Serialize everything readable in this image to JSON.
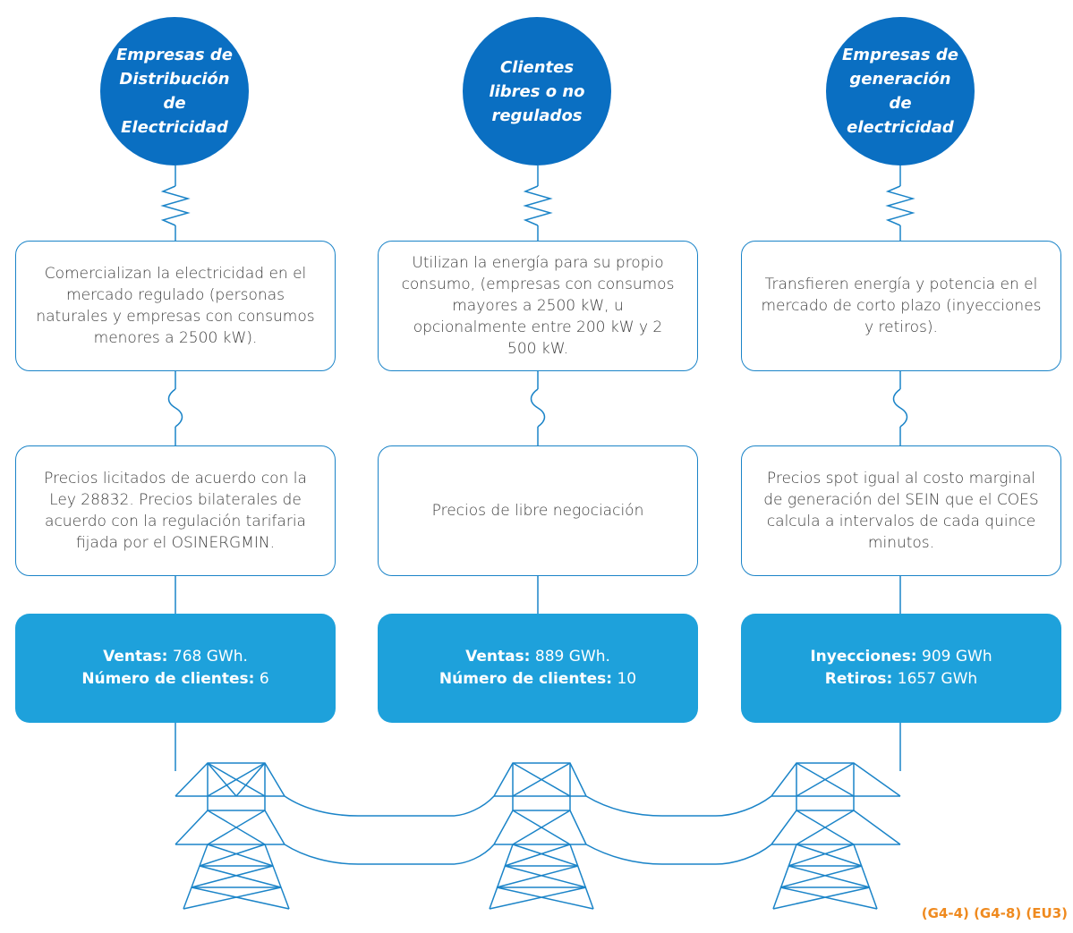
{
  "columns": [
    {
      "circle_title": "Empresas de Distribución de Electricidad",
      "description": "Comercializan la electricidad en el mercado regulado (personas naturales y empresas con consumos menores a 2500 kW).",
      "pricing": "Precios licitados de acuerdo con la Ley 28832. Precios bilaterales de acuerdo con la regulación tarifaria fijada por el OSINERGMIN.",
      "stat1_label": "Ventas:",
      "stat1_value": "768 GWh.",
      "stat2_label": "Número de clientes:",
      "stat2_value": "6"
    },
    {
      "circle_title": "Clientes libres o no regulados",
      "description": "Utilizan la energía para su propio consumo, (empresas con consumos mayores a 2500 kW, u opcionalmente entre 200 kW y 2 500 kW.",
      "pricing": "Precios de libre negociación",
      "stat1_label": "Ventas:",
      "stat1_value": "889 GWh.",
      "stat2_label": "Número de clientes:",
      "stat2_value": "10"
    },
    {
      "circle_title": "Empresas de generación de electricidad",
      "description": "Transfieren energía y potencia en el mercado de corto plazo (inyecciones y retiros).",
      "pricing": "Precios spot igual al costo marginal de generación del SEIN que el COES calcula a intervalos de cada quince minutos.",
      "stat1_label": "Inyecciones:",
      "stat1_value": "909 GWh",
      "stat2_label": "Retiros:",
      "stat2_value": "1657 GWh"
    }
  ],
  "footer_codes": "(G4-4) (G4-8) (EU3)",
  "colors": {
    "circle": "#0a6fc2",
    "stat_box": "#1ea1db",
    "line": "#1b84c8",
    "codes": "#ef8a1f"
  },
  "icons": [
    "resistor-icon",
    "switch-icon",
    "transmission-tower-icon"
  ]
}
